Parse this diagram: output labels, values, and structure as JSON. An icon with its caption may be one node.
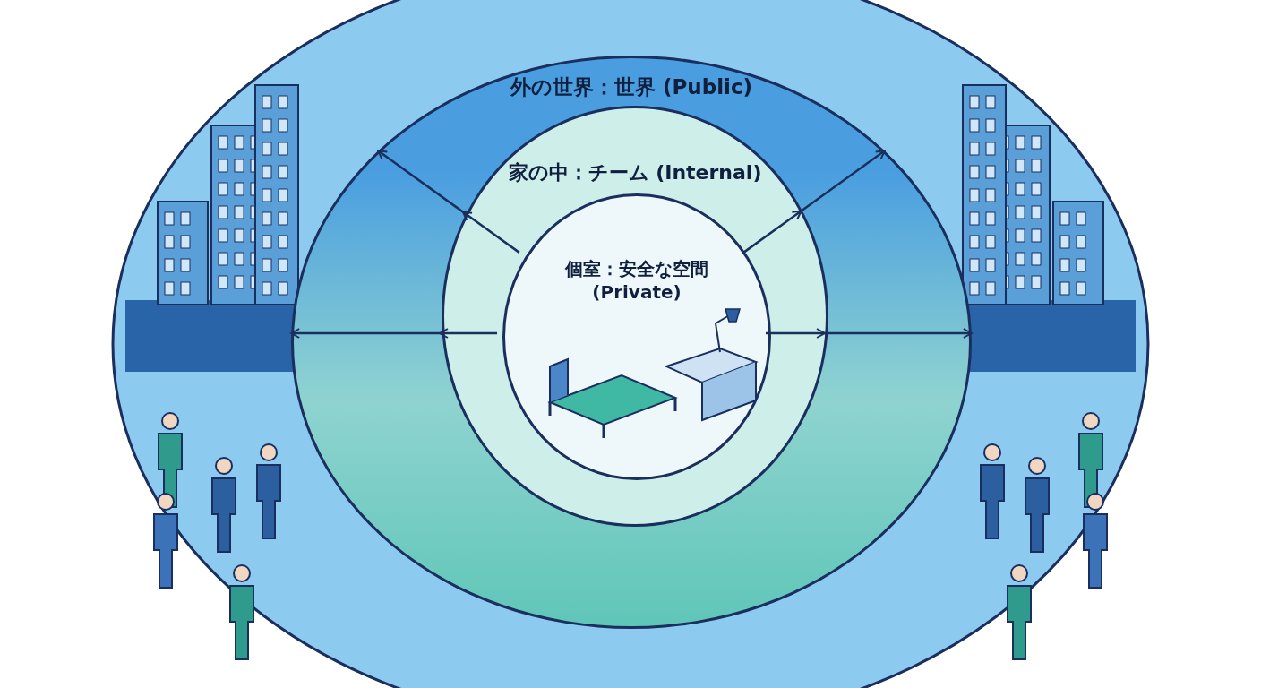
{
  "diagram": {
    "nodes": [
      {
        "text": [
          "外の世界：世界 (Public)"
        ]
      },
      {
        "text": [
          "家の中：チーム (Internal)"
        ],
        "in": 0
      },
      {
        "text": [
          "個室：安全な空間 (Private)"
        ],
        "in": 1
      }
    ],
    "edges": [
      {
        "from": 1,
        "to": 0,
        "arrow": "to"
      },
      {
        "from": 1,
        "to": 0,
        "arrow": "to"
      },
      {
        "from": 1,
        "to": 0,
        "arrow": "to"
      },
      {
        "from": 1,
        "to": 0,
        "arrow": "to"
      },
      {
        "from": 2,
        "to": 1,
        "arrow": "to"
      },
      {
        "from": 2,
        "to": 1,
        "arrow": "to"
      },
      {
        "from": 2,
        "to": 1,
        "arrow": "to"
      },
      {
        "from": 2,
        "to": 1,
        "arrow": "to"
      }
    ]
  }
}
